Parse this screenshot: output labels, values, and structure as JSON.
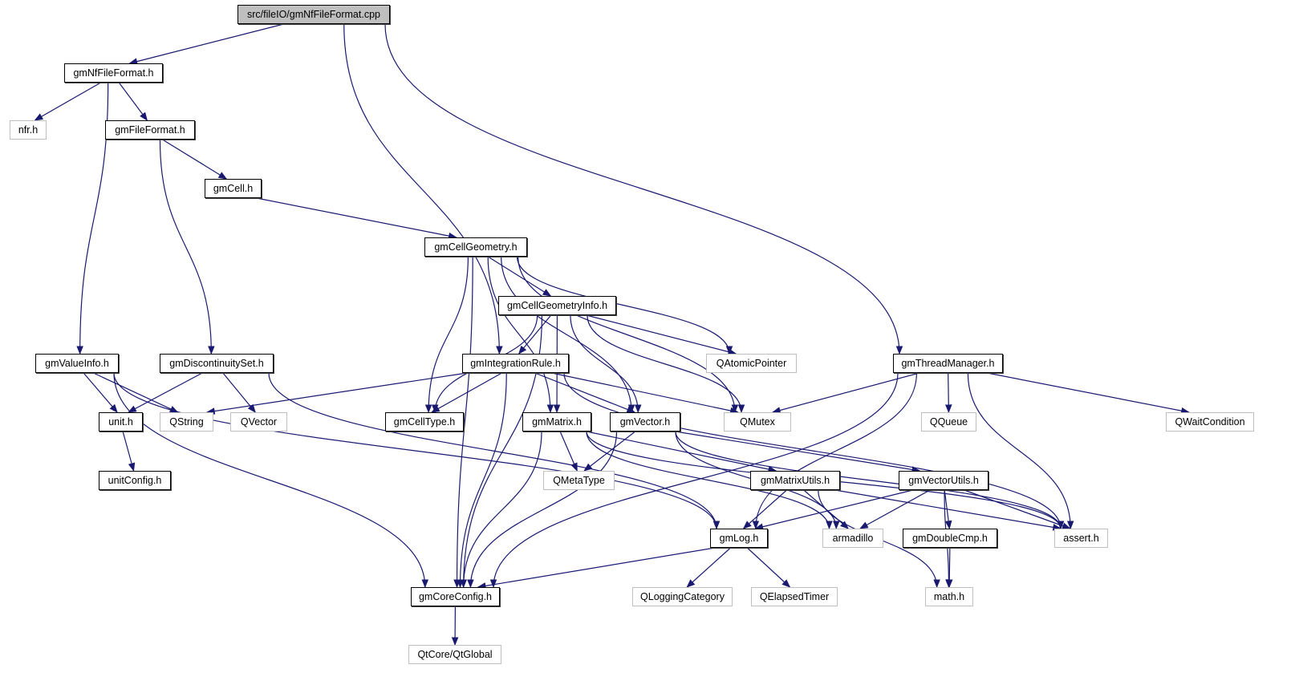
{
  "title": "src/fileIO/gmNfFileFormat.cpp include dependency graph",
  "colors": {
    "edge": "#191970",
    "external_border": "#bfbfbf",
    "root_fill": "#bfbfbf"
  },
  "nodes": [
    {
      "id": "root",
      "label": "src/fileIO/gmNfFileFormat.cpp",
      "kind": "root"
    },
    {
      "id": "gmNfFileFormat",
      "label": "gmNfFileFormat.h",
      "kind": "internal"
    },
    {
      "id": "nfr",
      "label": "nfr.h",
      "kind": "external"
    },
    {
      "id": "gmFileFormat",
      "label": "gmFileFormat.h",
      "kind": "internal"
    },
    {
      "id": "gmCell",
      "label": "gmCell.h",
      "kind": "internal"
    },
    {
      "id": "gmCellGeometry",
      "label": "gmCellGeometry.h",
      "kind": "internal"
    },
    {
      "id": "gmCellGeometryInfo",
      "label": "gmCellGeometryInfo.h",
      "kind": "internal"
    },
    {
      "id": "gmValueInfo",
      "label": "gmValueInfo.h",
      "kind": "internal"
    },
    {
      "id": "gmDiscontinuitySet",
      "label": "gmDiscontinuitySet.h",
      "kind": "internal"
    },
    {
      "id": "gmIntegrationRule",
      "label": "gmIntegrationRule.h",
      "kind": "internal"
    },
    {
      "id": "QAtomicPointer",
      "label": "QAtomicPointer",
      "kind": "external"
    },
    {
      "id": "gmThreadManager",
      "label": "gmThreadManager.h",
      "kind": "internal"
    },
    {
      "id": "unit",
      "label": "unit.h",
      "kind": "internal"
    },
    {
      "id": "QString",
      "label": "QString",
      "kind": "external"
    },
    {
      "id": "QVector",
      "label": "QVector",
      "kind": "external"
    },
    {
      "id": "gmCellType",
      "label": "gmCellType.h",
      "kind": "internal"
    },
    {
      "id": "gmMatrix",
      "label": "gmMatrix.h",
      "kind": "internal"
    },
    {
      "id": "gmVector",
      "label": "gmVector.h",
      "kind": "internal"
    },
    {
      "id": "QMutex",
      "label": "QMutex",
      "kind": "external"
    },
    {
      "id": "QQueue",
      "label": "QQueue",
      "kind": "external"
    },
    {
      "id": "QWaitCondition",
      "label": "QWaitCondition",
      "kind": "external"
    },
    {
      "id": "unitConfig",
      "label": "unitConfig.h",
      "kind": "internal"
    },
    {
      "id": "QMetaType",
      "label": "QMetaType",
      "kind": "external"
    },
    {
      "id": "gmMatrixUtils",
      "label": "gmMatrixUtils.h",
      "kind": "internal"
    },
    {
      "id": "gmVectorUtils",
      "label": "gmVectorUtils.h",
      "kind": "internal"
    },
    {
      "id": "gmLog",
      "label": "gmLog.h",
      "kind": "internal"
    },
    {
      "id": "armadillo",
      "label": "armadillo",
      "kind": "external"
    },
    {
      "id": "gmDoubleCmp",
      "label": "gmDoubleCmp.h",
      "kind": "internal"
    },
    {
      "id": "assert",
      "label": "assert.h",
      "kind": "external"
    },
    {
      "id": "gmCoreConfig",
      "label": "gmCoreConfig.h",
      "kind": "internal"
    },
    {
      "id": "QLoggingCategory",
      "label": "QLoggingCategory",
      "kind": "external"
    },
    {
      "id": "QElapsedTimer",
      "label": "QElapsedTimer",
      "kind": "external"
    },
    {
      "id": "math",
      "label": "math.h",
      "kind": "external"
    },
    {
      "id": "QtGlobal",
      "label": "QtCore/QtGlobal",
      "kind": "external"
    }
  ],
  "edges": [
    [
      "root",
      "gmNfFileFormat"
    ],
    [
      "root",
      "gmIntegrationRule"
    ],
    [
      "root",
      "gmThreadManager"
    ],
    [
      "gmNfFileFormat",
      "nfr"
    ],
    [
      "gmNfFileFormat",
      "gmFileFormat"
    ],
    [
      "gmNfFileFormat",
      "gmValueInfo"
    ],
    [
      "gmFileFormat",
      "gmCell"
    ],
    [
      "gmFileFormat",
      "gmDiscontinuitySet"
    ],
    [
      "gmCell",
      "gmCellGeometry"
    ],
    [
      "gmCellGeometry",
      "gmCellGeometryInfo"
    ],
    [
      "gmCellGeometry",
      "gmCoreConfig"
    ],
    [
      "gmCellGeometry",
      "gmCellType"
    ],
    [
      "gmCellGeometry",
      "gmMatrix"
    ],
    [
      "gmCellGeometry",
      "QAtomicPointer"
    ],
    [
      "gmCellGeometry",
      "QMutex"
    ],
    [
      "gmCellGeometry",
      "gmVector"
    ],
    [
      "gmCellGeometryInfo",
      "gmIntegrationRule"
    ],
    [
      "gmCellGeometryInfo",
      "gmCellType"
    ],
    [
      "gmCellGeometryInfo",
      "gmMatrix"
    ],
    [
      "gmCellGeometryInfo",
      "gmVector"
    ],
    [
      "gmCellGeometryInfo",
      "QAtomicPointer"
    ],
    [
      "gmCellGeometryInfo",
      "QMutex"
    ],
    [
      "gmCellGeometryInfo",
      "gmCoreConfig"
    ],
    [
      "gmValueInfo",
      "unit"
    ],
    [
      "gmValueInfo",
      "QString"
    ],
    [
      "gmValueInfo",
      "gmCoreConfig"
    ],
    [
      "gmValueInfo",
      "gmLog"
    ],
    [
      "gmDiscontinuitySet",
      "unit"
    ],
    [
      "gmDiscontinuitySet",
      "QVector"
    ],
    [
      "gmDiscontinuitySet",
      "gmLog"
    ],
    [
      "gmIntegrationRule",
      "gmCellType"
    ],
    [
      "gmIntegrationRule",
      "gmVector"
    ],
    [
      "gmIntegrationRule",
      "QMutex"
    ],
    [
      "gmIntegrationRule",
      "QString"
    ],
    [
      "gmIntegrationRule",
      "gmCoreConfig"
    ],
    [
      "gmIntegrationRule",
      "assert"
    ],
    [
      "gmThreadManager",
      "QMutex"
    ],
    [
      "gmThreadManager",
      "QQueue"
    ],
    [
      "gmThreadManager",
      "QWaitCondition"
    ],
    [
      "gmThreadManager",
      "gmLog"
    ],
    [
      "gmThreadManager",
      "gmCoreConfig"
    ],
    [
      "gmThreadManager",
      "assert"
    ],
    [
      "unit",
      "unitConfig"
    ],
    [
      "gmMatrix",
      "QMetaType"
    ],
    [
      "gmMatrix",
      "gmMatrixUtils"
    ],
    [
      "gmMatrix",
      "armadillo"
    ],
    [
      "gmMatrix",
      "gmCoreConfig"
    ],
    [
      "gmMatrix",
      "assert"
    ],
    [
      "gmVector",
      "QMetaType"
    ],
    [
      "gmVector",
      "gmVectorUtils"
    ],
    [
      "gmVector",
      "armadillo"
    ],
    [
      "gmVector",
      "gmCoreConfig"
    ],
    [
      "gmVector",
      "assert"
    ],
    [
      "gmMatrixUtils",
      "gmLog"
    ],
    [
      "gmMatrixUtils",
      "armadillo"
    ],
    [
      "gmMatrixUtils",
      "assert"
    ],
    [
      "gmMatrixUtils",
      "math"
    ],
    [
      "gmVectorUtils",
      "gmLog"
    ],
    [
      "gmVectorUtils",
      "armadillo"
    ],
    [
      "gmVectorUtils",
      "gmDoubleCmp"
    ],
    [
      "gmVectorUtils",
      "assert"
    ],
    [
      "gmVectorUtils",
      "math"
    ],
    [
      "gmDoubleCmp",
      "math"
    ],
    [
      "gmLog",
      "gmCoreConfig"
    ],
    [
      "gmLog",
      "QLoggingCategory"
    ],
    [
      "gmLog",
      "QElapsedTimer"
    ],
    [
      "gmCoreConfig",
      "QtGlobal"
    ]
  ]
}
